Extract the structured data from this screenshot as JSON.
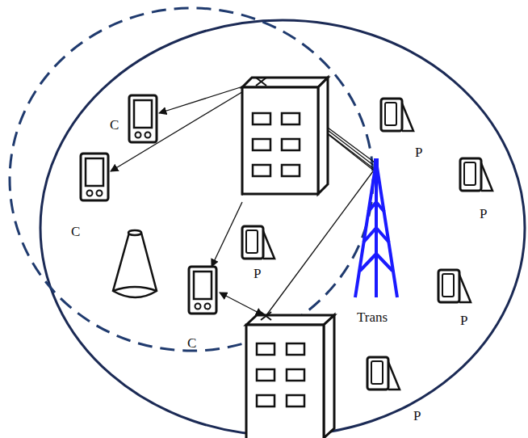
{
  "diagram": {
    "labels": [
      "C",
      "C",
      "C",
      "P",
      "P",
      "P",
      "P",
      "P",
      "Trans"
    ]
  }
}
